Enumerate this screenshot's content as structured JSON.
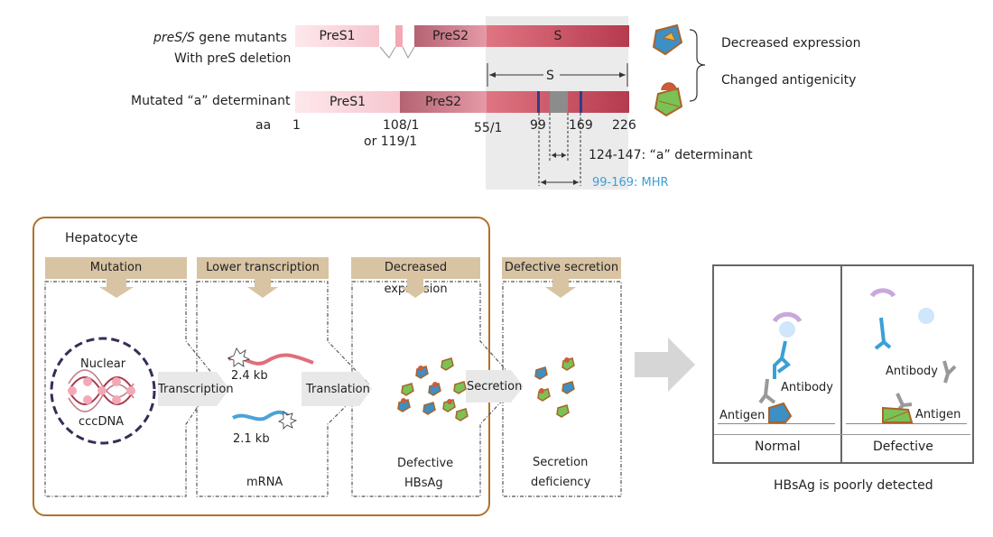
{
  "top": {
    "row1": {
      "label_italic": "preS/S",
      "label_rest": " gene mutants",
      "label2": "With preS deletion",
      "seg_pres1": "PreS1",
      "seg_pres2": "PreS2",
      "seg_s": "S"
    },
    "row2": {
      "label": "Mutated “a” determinant",
      "seg_pres1": "PreS1",
      "seg_pres2": "PreS2",
      "s_bracket": "S"
    },
    "aa": {
      "prefix": "aa",
      "p1": "1",
      "p2": "108/1",
      "p2b": "or 119/1",
      "p3": "55/1",
      "p4": "99",
      "p5": "169",
      "p6": "226"
    },
    "a_det": "124-147: “a” determinant",
    "mhr": "99-169: MHR",
    "mhr_color": "#3aa0d6",
    "effects": {
      "decreased": "Decreased expression",
      "antigenicity": "Changed antigenicity"
    }
  },
  "hepatocyte": {
    "title": "Hepatocyte",
    "stages": [
      {
        "header": "Mutation"
      },
      {
        "header": "Lower transcription"
      },
      {
        "header": "Decreased expression"
      },
      {
        "header": "Defective secretion"
      }
    ],
    "nuclear": "Nuclear",
    "cccdna": "cccDNA",
    "transcription": "Transcription",
    "kb24": "2.4 kb",
    "kb21": "2.1 kb",
    "mrna": "mRNA",
    "translation": "Translation",
    "defective1": "Defective",
    "defective2": "HBsAg",
    "secretion": "Secretion",
    "secdef1": "Secretion",
    "secdef2": "deficiency",
    "border_color": "#b0722a",
    "header_color": "#d8c3a3"
  },
  "result": {
    "antibody_normal": "Antibody",
    "antigen_normal": "Antigen",
    "normal": "Normal",
    "antibody_def": "Antibody",
    "antigen_def": "Antigen",
    "defective": "Defective",
    "caption": "HBsAg is poorly detected"
  }
}
